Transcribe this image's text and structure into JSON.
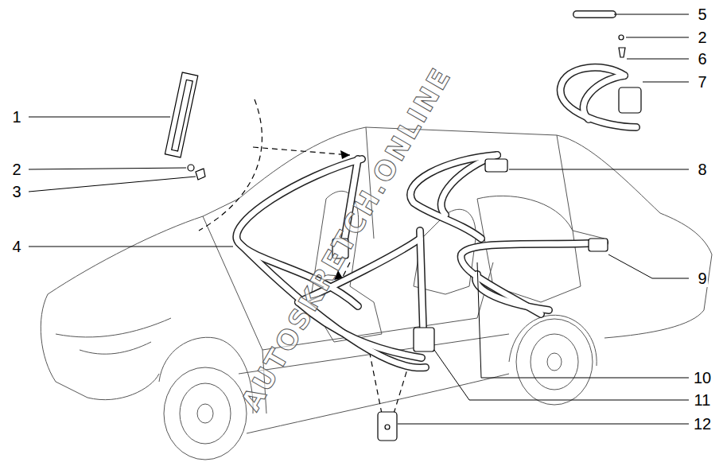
{
  "diagram": {
    "labels": [
      "1",
      "2",
      "3",
      "4",
      "5",
      "2",
      "6",
      "7",
      "8",
      "9",
      "10",
      "11",
      "12",
      "AUTOSKRETCH.ONLINE"
    ]
  }
}
